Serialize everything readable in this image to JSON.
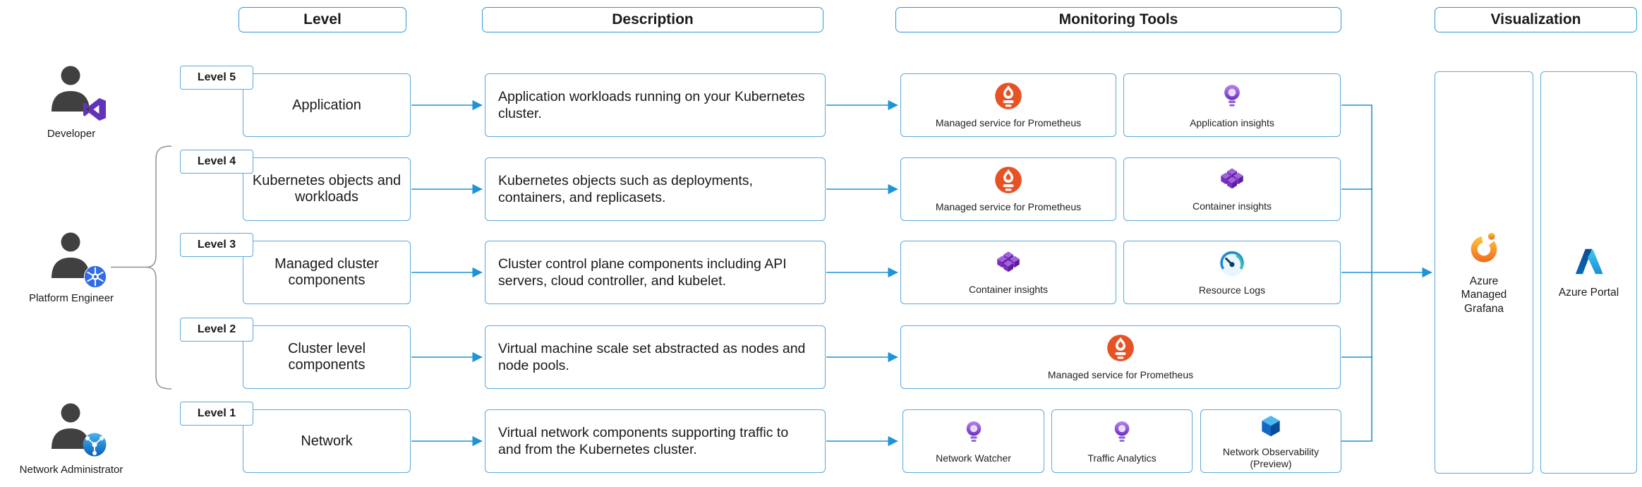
{
  "headers": {
    "level": "Level",
    "description": "Description",
    "monitoring": "Monitoring Tools",
    "visualization": "Visualization"
  },
  "personas": [
    {
      "name": "Developer",
      "badge_icon": "visual-studio"
    },
    {
      "name": "Platform Engineer",
      "badge_icon": "kubernetes"
    },
    {
      "name": "Network Administrator",
      "badge_icon": "network-globe"
    }
  ],
  "rows": [
    {
      "badge": "Level 5",
      "level": "Application",
      "description": "Application workloads running on your Kubernetes cluster.",
      "tools": [
        {
          "label": "Managed service for Prometheus",
          "icon": "prometheus"
        },
        {
          "label": "Application insights",
          "icon": "lightbulb"
        }
      ]
    },
    {
      "badge": "Level 4",
      "level": "Kubernetes objects and workloads",
      "description": "Kubernetes objects such as deployments, containers, and replicasets.",
      "tools": [
        {
          "label": "Managed service for Prometheus",
          "icon": "prometheus"
        },
        {
          "label": "Container insights",
          "icon": "container-cubes"
        }
      ]
    },
    {
      "badge": "Level 3",
      "level": "Managed cluster components",
      "description": "Cluster control plane components including API servers, cloud controller, and kubelet.",
      "tools": [
        {
          "label": "Container insights",
          "icon": "container-cubes"
        },
        {
          "label": "Resource Logs",
          "icon": "gauge"
        }
      ]
    },
    {
      "badge": "Level 2",
      "level": "Cluster level components",
      "description": "Virtual machine scale set abstracted as nodes and node pools.",
      "tools": [
        {
          "label": "Managed service for Prometheus",
          "icon": "prometheus"
        }
      ]
    },
    {
      "badge": "Level 1",
      "level": "Network",
      "description": "Virtual network components supporting traffic to and from the Kubernetes cluster.",
      "tools": [
        {
          "label": "Network Watcher",
          "icon": "lightbulb"
        },
        {
          "label": "Traffic Analytics",
          "icon": "lightbulb"
        },
        {
          "label": "Network Observability (Preview)",
          "icon": "cube"
        }
      ]
    }
  ],
  "visualization": [
    {
      "label": "Azure Managed Grafana",
      "icon": "grafana"
    },
    {
      "label": "Azure Portal",
      "icon": "azure"
    }
  ],
  "colors": {
    "arrow": "#1E93D6",
    "box_border": "#5AA9DB",
    "bracket": "#8F8F8F",
    "prometheus_orange": "#E75225",
    "insights_purple": "#7C2FBE",
    "kubernetes_blue": "#326CE5",
    "azure_blue": "#0669BC",
    "grafana_orange": "#F2691F",
    "person_gray": "#404040"
  }
}
